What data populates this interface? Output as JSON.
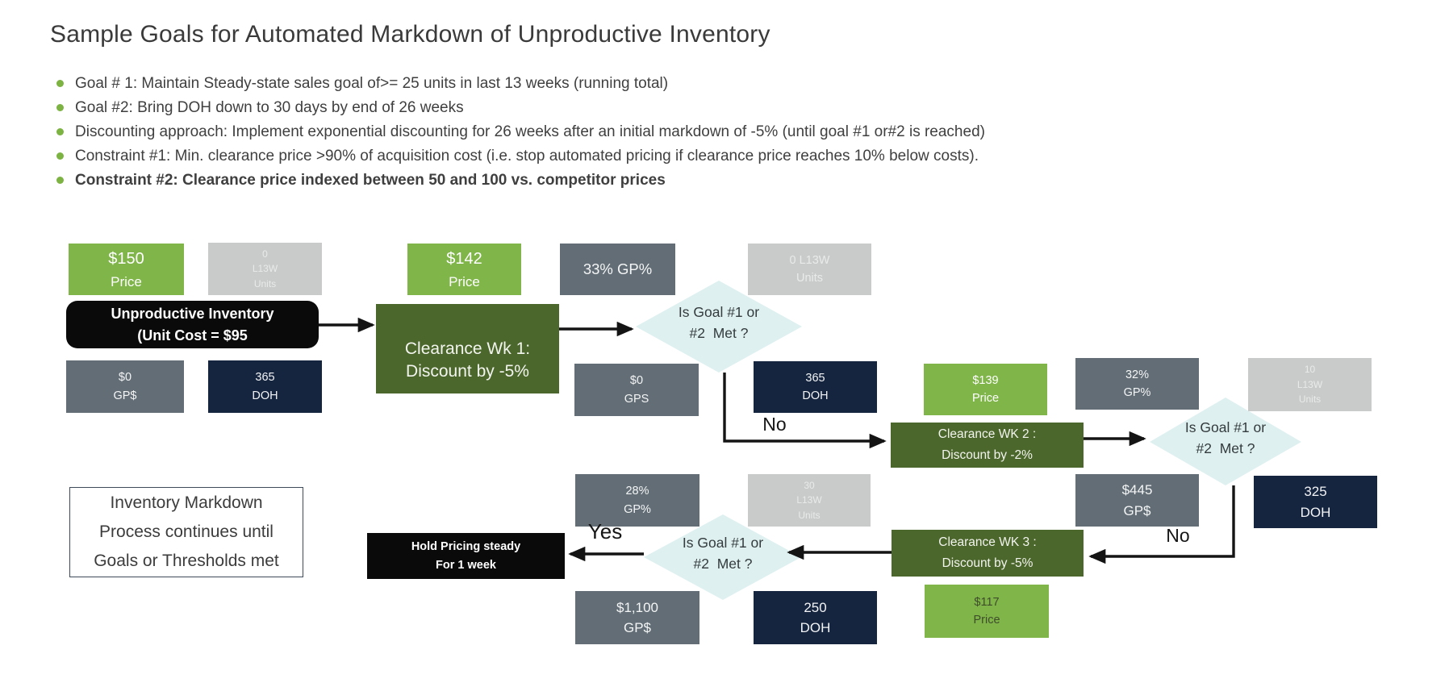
{
  "title": "Sample Goals for Automated Markdown of Unproductive Inventory",
  "bullets": [
    {
      "text": "Goal # 1: Maintain Steady-state sales goal of>= 25 units in last 13 weeks (running total)",
      "bold": false
    },
    {
      "text": "Goal #2: Bring DOH down to 30 days by end of 26 weeks",
      "bold": false
    },
    {
      "text": "Discounting approach: Implement exponential discounting for 26 weeks after an initial markdown of -5% (until goal #1 or#2 is reached)",
      "bold": false
    },
    {
      "text": "Constraint #1: Min. clearance price >90% of acquisition cost (i.e. stop automated pricing if clearance price reaches 10% below costs).",
      "bold": false
    },
    {
      "text": "Constraint #2: Clearance price indexed between 50 and 100 vs. competitor prices",
      "bold": true
    }
  ],
  "colors": {
    "green": "#7fb549",
    "olive": "#4c672b",
    "slate": "#626d76",
    "navy": "#152540",
    "lightgray": "#c9cbca",
    "black": "#0a0a0a",
    "diamond": "#dff0f0",
    "bulletGreen": "#7cb342",
    "arrow": "#141414"
  },
  "flow": {
    "unproductive": {
      "line1": "Unproductive Inventory",
      "line2": "(Unit Cost = $95"
    },
    "clearance_wk1": {
      "line1": "Clearance Wk 1:",
      "line2": "Discount by -5%"
    },
    "clearance_wk2": {
      "line1": "Clearance WK 2 :",
      "line2": "Discount by -2%"
    },
    "clearance_wk3": {
      "line1": "Clearance WK 3 :",
      "line2": "Discount by -5%"
    },
    "hold": {
      "line1": "Hold Pricing steady",
      "line2": "For 1 week"
    },
    "decision": {
      "line1": "Is Goal #1 or",
      "line2": "#2  Met ?"
    },
    "yes_label": "Yes",
    "no_label_1": "No",
    "no_label_2": "No",
    "note": {
      "line1": "Inventory Markdown",
      "line2": "Process continues until",
      "line3": "Goals or Thresholds met"
    }
  },
  "stats": {
    "price_150": {
      "value": "$150",
      "label": "Price"
    },
    "units_0_a": {
      "l1": "0",
      "l2": "L13W",
      "l3": "Units"
    },
    "gp_0": {
      "value": "$0",
      "label": "GP$"
    },
    "doh_365_a": {
      "value": "365",
      "label": "DOH"
    },
    "price_142": {
      "value": "$142",
      "label": "Price"
    },
    "gp_33": {
      "value": "33% GP%"
    },
    "units_0_b": {
      "l1": "0 L13W",
      "l2": "Units"
    },
    "gps_0": {
      "value": "$0",
      "label": "GPS"
    },
    "doh_365_b": {
      "value": "365",
      "label": "DOH"
    },
    "price_139": {
      "value": "$139",
      "label": "Price"
    },
    "gp_32": {
      "value": "32%",
      "label": "GP%"
    },
    "units_10": {
      "l1": "10",
      "l2": "L13W",
      "l3": "Units"
    },
    "gp_445": {
      "value": "$445",
      "label": "GP$"
    },
    "doh_325": {
      "value": "325",
      "label": "DOH"
    },
    "gp_28": {
      "value": "28%",
      "label": "GP%"
    },
    "units_30": {
      "l1": "30",
      "l2": "L13W",
      "l3": "Units"
    },
    "gp_1100": {
      "value": "$1,100",
      "label": "GP$"
    },
    "doh_250": {
      "value": "250",
      "label": "DOH"
    },
    "price_117": {
      "value": "$117",
      "label": "Price"
    }
  }
}
